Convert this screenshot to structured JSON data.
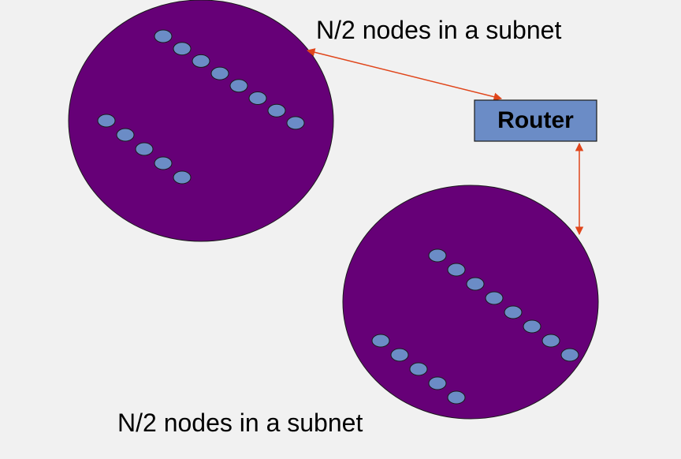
{
  "colors": {
    "background": "#f1f1f1",
    "subnet_fill": "#660077",
    "node_fill": "#6b8cc6",
    "router_fill": "#6b8cc6",
    "link_color": "#e0451a",
    "outline": "#1a1a1a"
  },
  "router": {
    "label": "Router"
  },
  "subnets": [
    {
      "label": "N/2 nodes in a subnet",
      "nodes": 13
    },
    {
      "label": "N/2 nodes in a subnet",
      "nodes": 13
    }
  ]
}
